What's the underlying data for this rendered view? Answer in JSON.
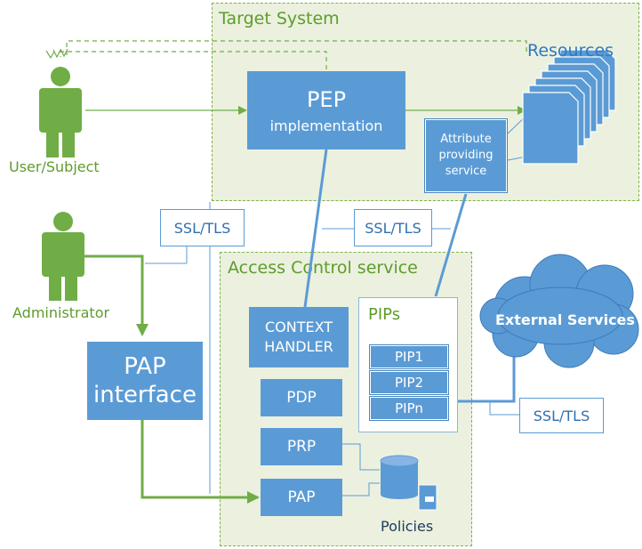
{
  "target_system": {
    "title": "Target System"
  },
  "access_control": {
    "title": "Access Control service"
  },
  "resources": {
    "label": "Resources"
  },
  "user": {
    "label": "User/Subject"
  },
  "admin": {
    "label": "Administrator"
  },
  "pep": {
    "title": "PEP",
    "subtitle": "implementation"
  },
  "attribute_service": {
    "line1": "Attribute",
    "line2": "providing",
    "line3": "service"
  },
  "ssl": {
    "top_left": "SSL/TLS",
    "top_mid": "SSL/TLS",
    "right": "SSL/TLS"
  },
  "context_handler": {
    "line1": "CONTEXT",
    "line2": "HANDLER"
  },
  "pdp": {
    "label": "PDP"
  },
  "prp": {
    "label": "PRP"
  },
  "pap": {
    "label": "PAP"
  },
  "pap_interface": {
    "line1": "PAP",
    "line2": "interface"
  },
  "pips": {
    "title": "PIPs",
    "items": [
      "PIP1",
      "PIP2",
      "PIPn"
    ]
  },
  "external": {
    "label": "External Services"
  },
  "policies": {
    "label": "Policies"
  },
  "colors": {
    "green": "#70ad47",
    "blue": "#5b9bd5",
    "region_fill": "#ebf1de",
    "region_border": "#7fb24a"
  }
}
